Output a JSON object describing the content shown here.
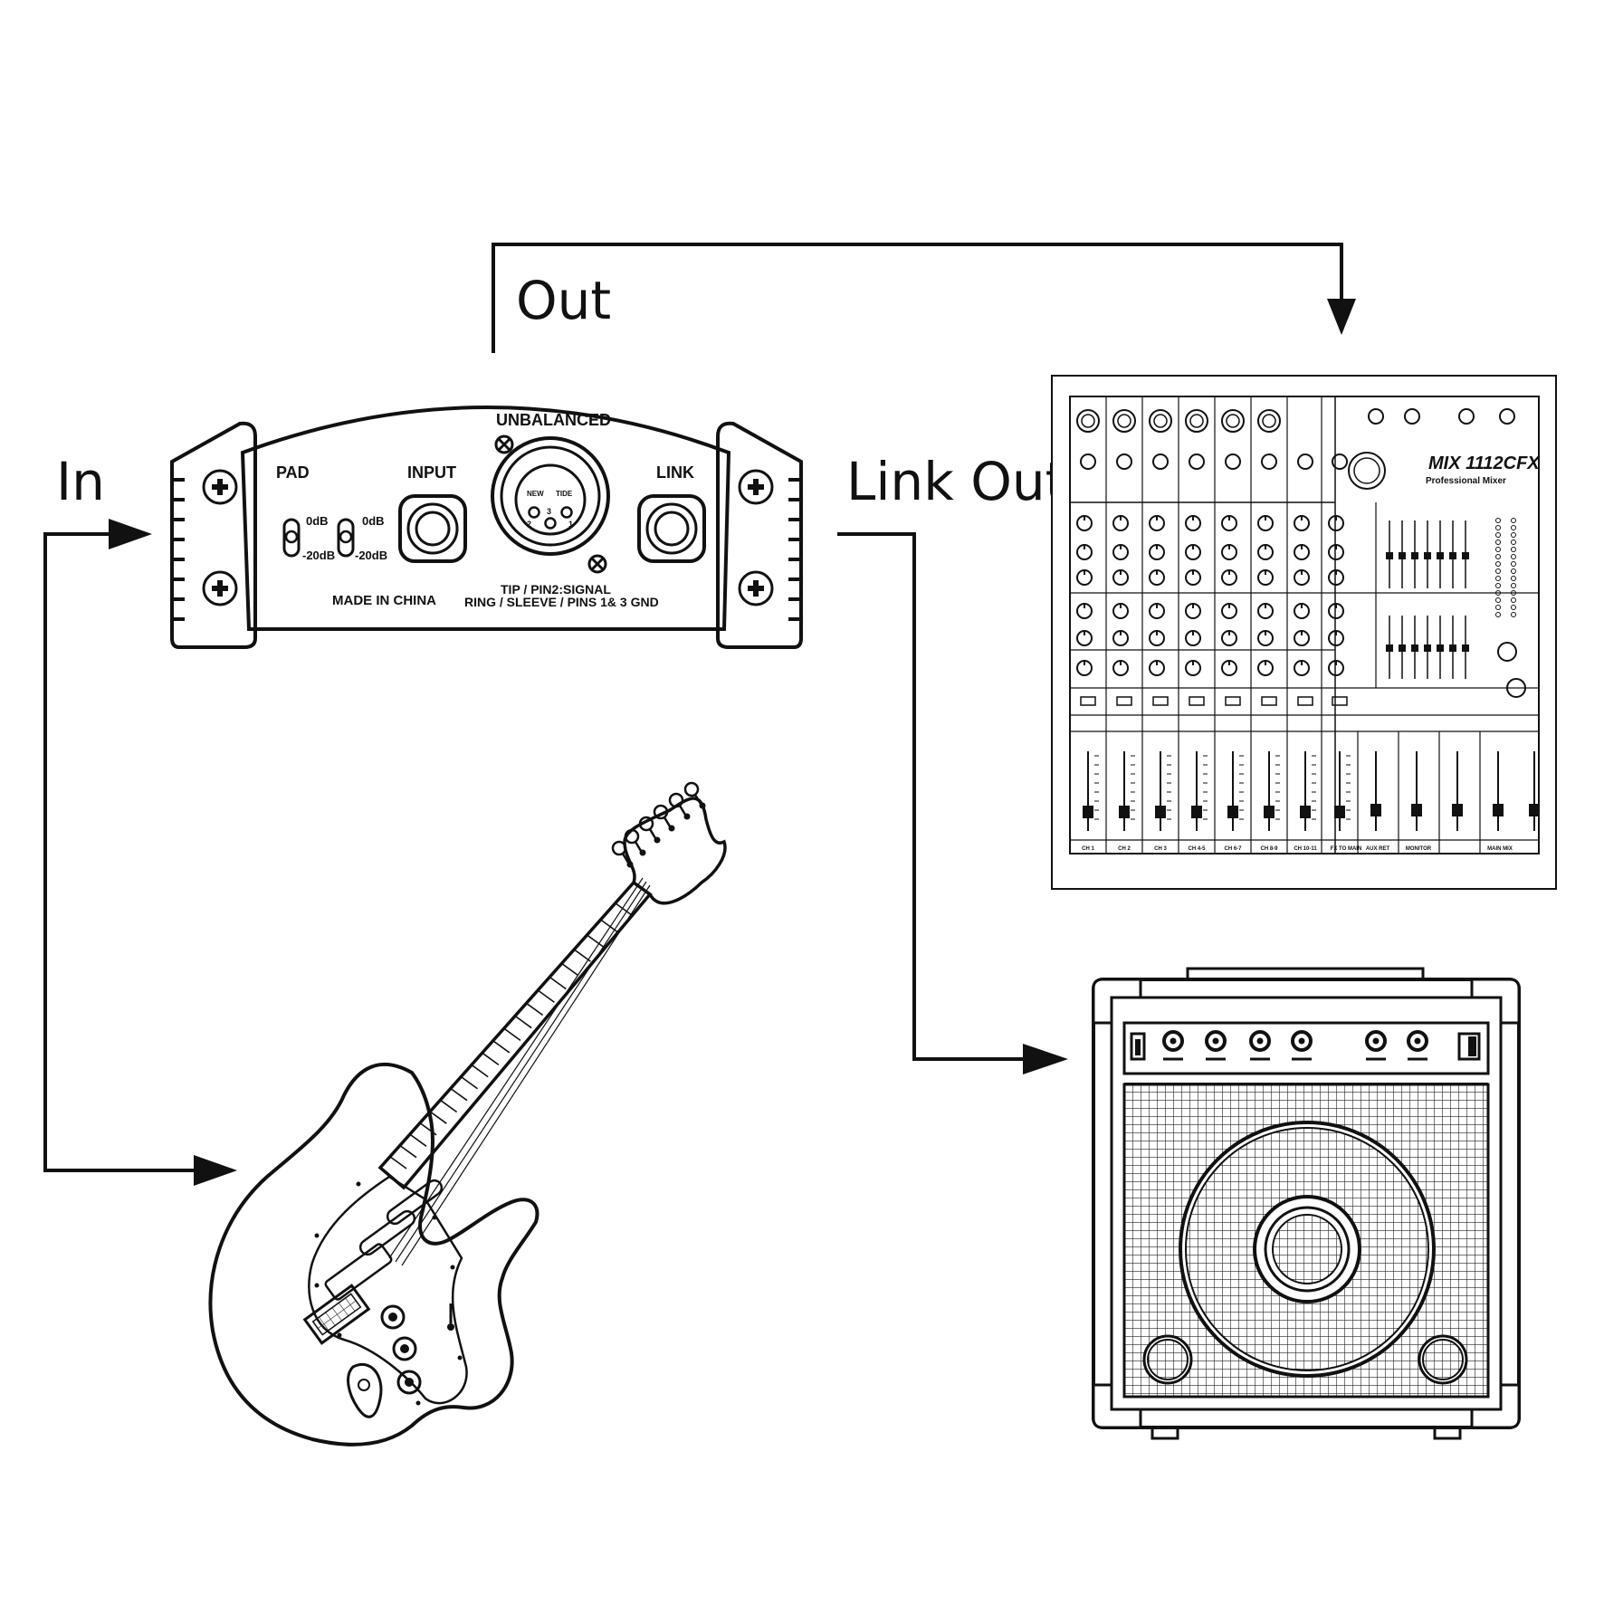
{
  "connections": {
    "out_label": "Out",
    "in_label": "In",
    "link_out_label": "Link Out"
  },
  "di_box": {
    "pad_label": "PAD",
    "input_label": "INPUT",
    "unbalanced_label": "UNBALANCED",
    "link_label": "LINK",
    "switch1_top": "0dB",
    "switch1_bottom": "-20dB",
    "switch2_top": "0dB",
    "switch2_bottom": "-20dB",
    "xlr_pin_new": "NEW",
    "xlr_pin_tide": "TIDE",
    "xlr_pin_2": "2",
    "xlr_pin_3": "3",
    "xlr_pin_1": "1",
    "made_in": "MADE IN CHINA",
    "wiring_line1": "TIP / PIN2:SIGNAL",
    "wiring_line2": "RING / SLEEVE / PINS 1& 3 GND"
  },
  "mixer": {
    "model": "MIX 1112CFX",
    "subtitle": "Professional Mixer",
    "channel_labels": [
      "CH 1",
      "CH 2",
      "CH 3",
      "CH 4-5",
      "CH 6-7",
      "CH 8-9",
      "CH 10-11",
      "FX TO MAIN",
      "AUX RET",
      "MONITOR",
      "MAIN MIX"
    ]
  },
  "colors": {
    "line": "#111111",
    "background": "#ffffff"
  }
}
